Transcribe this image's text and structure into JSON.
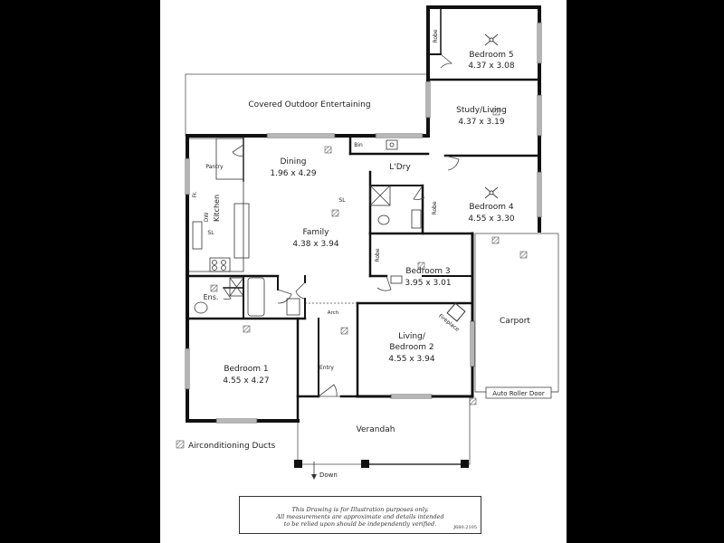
{
  "rooms": {
    "bedroom5": {
      "name": "Bedroom 5",
      "dims": "4.37 x 3.08"
    },
    "study": {
      "name": "Study/Living",
      "dims": "4.37 x 3.19"
    },
    "outdoor": {
      "name": "Covered Outdoor Entertaining"
    },
    "dining": {
      "name": "Dining",
      "dims": "1.96 x 4.29"
    },
    "family": {
      "name": "Family",
      "dims": "4.38 x 3.94"
    },
    "laundry": {
      "name": "L'Dry"
    },
    "bedroom4": {
      "name": "Bedroom 4",
      "dims": "4.55 x 3.30"
    },
    "bedroom3": {
      "name": "Bedroom 3",
      "dims": "3.95 x 3.01"
    },
    "living2": {
      "name1": "Living/",
      "name2": "Bedroom 2",
      "dims": "4.55 x 3.94"
    },
    "bedroom1": {
      "name": "Bedroom 1",
      "dims": "4.55 x 4.27"
    },
    "carport": {
      "name": "Carport"
    },
    "verandah": {
      "name": "Verandah"
    },
    "kitchen": {
      "name": "Kitchen"
    },
    "pantry": {
      "name": "Pantry"
    },
    "ensuite": {
      "name": "Ens."
    },
    "entry": {
      "name": "Entry"
    }
  },
  "fixtures": {
    "robe": "Robe",
    "fridge": "Fr.",
    "dishwasher": "DW",
    "skylight": "SL",
    "bench": "Bin",
    "arch": "Arch",
    "fireplace": "Fireplace",
    "roller_door": "Auto Roller Door",
    "down": "Down"
  },
  "legend": {
    "label": "Airconditioning Ducts"
  },
  "disclaimer": {
    "line1": "This Drawing is for Illustration purposes only.",
    "line2": "All measurements are approximate and details intended",
    "line3": "to be relied upon should be independently verified.",
    "code": "J680.2105"
  },
  "colors": {
    "wall": "#111111",
    "line": "#444444",
    "duct": "#777777"
  }
}
